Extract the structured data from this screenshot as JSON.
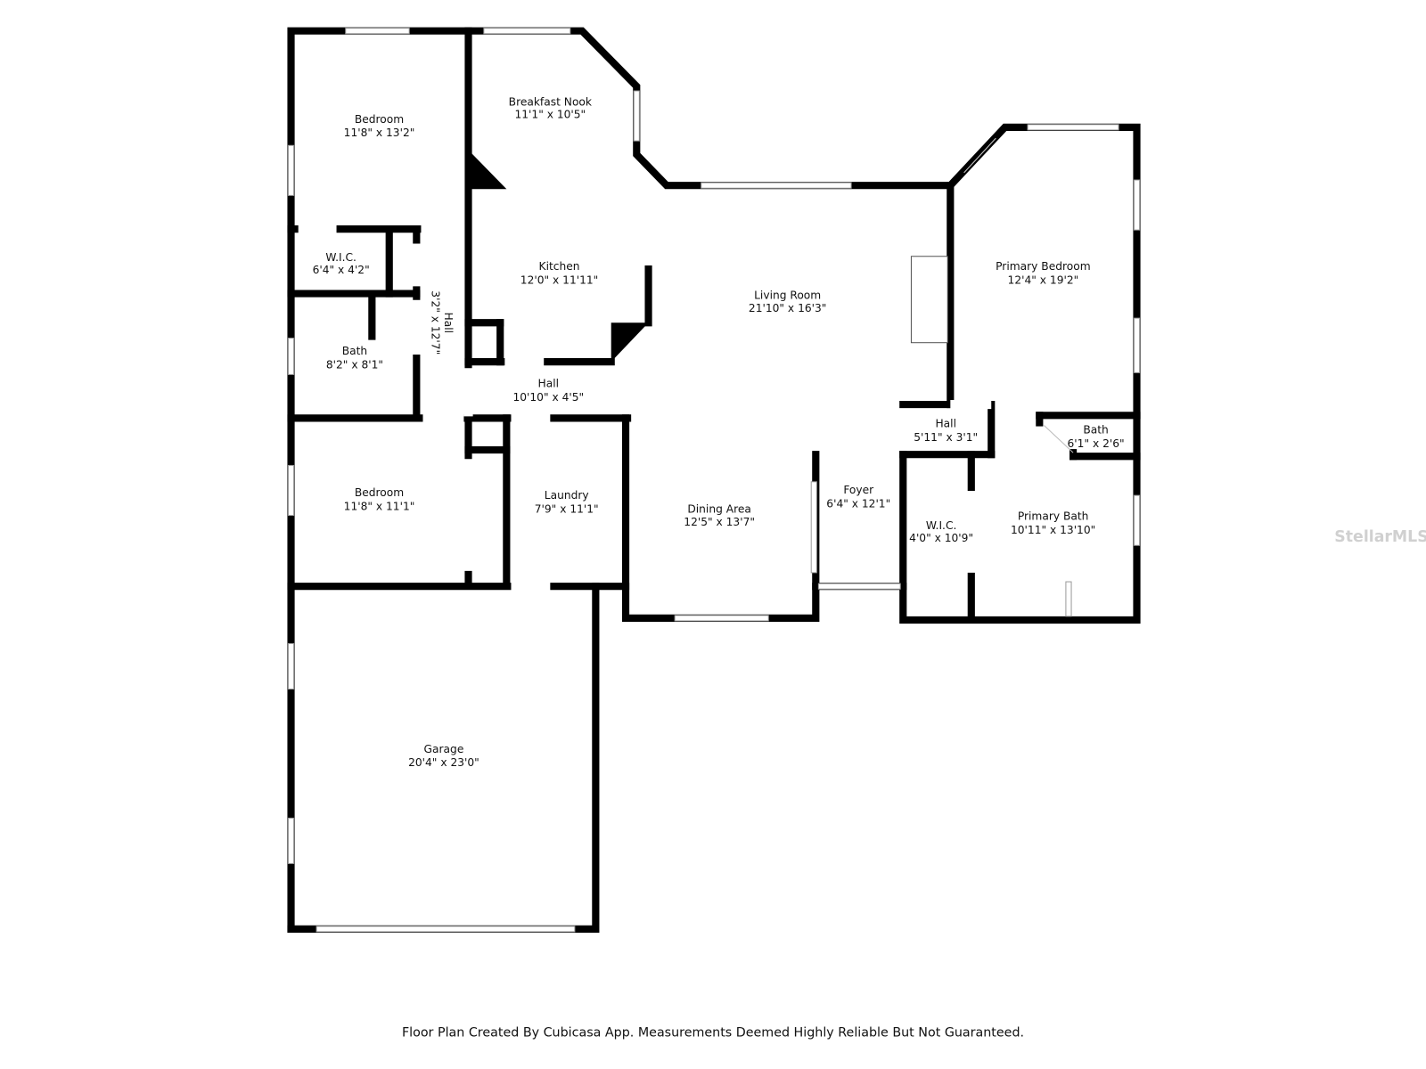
{
  "rooms": [
    {
      "name": "Bedroom",
      "size": "11'8\" x 13'2\""
    },
    {
      "name": "Breakfast Nook",
      "size": "11'1\" x 10'5\""
    },
    {
      "name": "W.I.C.",
      "size": "6'4\" x 4'2\""
    },
    {
      "name": "Kitchen",
      "size": "12'0\" x 11'11\""
    },
    {
      "name": "Living Room",
      "size": "21'10\" x 16'3\""
    },
    {
      "name": "Primary Bedroom",
      "size": "12'4\" x 19'2\""
    },
    {
      "name": "Bath",
      "size": "8'2\" x 8'1\""
    },
    {
      "name": "Hall",
      "size": "3'2\" x 12'7\""
    },
    {
      "name": "Hall",
      "size": "10'10\" x 4'5\""
    },
    {
      "name": "Hall",
      "size": "5'11\" x 3'1\""
    },
    {
      "name": "Bath",
      "size": "6'1\" x 2'6\""
    },
    {
      "name": "Bedroom",
      "size": "11'8\" x 11'1\""
    },
    {
      "name": "Laundry",
      "size": "7'9\" x 11'1\""
    },
    {
      "name": "Dining Area",
      "size": "12'5\" x 13'7\""
    },
    {
      "name": "Foyer",
      "size": "6'4\" x 12'1\""
    },
    {
      "name": "W.I.C.",
      "size": "4'0\" x 10'9\""
    },
    {
      "name": "Primary Bath",
      "size": "10'11\" x 13'10\""
    },
    {
      "name": "Garage",
      "size": "20'4\" x 23'0\""
    }
  ],
  "footer": "Floor Plan Created By Cubicasa App. Measurements Deemed Highly Reliable But Not Guaranteed.",
  "watermark": "StellarMLS"
}
